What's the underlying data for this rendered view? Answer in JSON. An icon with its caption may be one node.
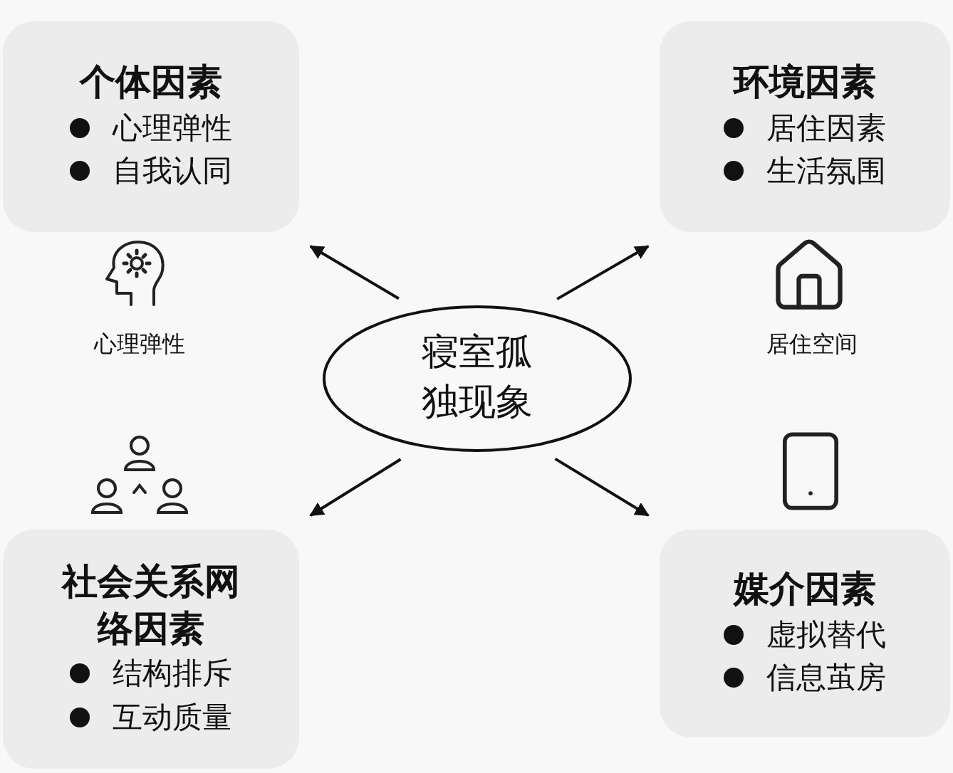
{
  "diagram": {
    "nodes": [
      {
        "text": [
          "个体因素",
          "心理弹性",
          "自我认同"
        ]
      },
      {
        "text": [
          "环境因素",
          "居住因素",
          "生活氛围"
        ]
      },
      {
        "text": [
          "寝室孤独现象"
        ]
      },
      {
        "text": [
          "社会关系网络因素",
          "结构排斥",
          "互动质量"
        ]
      },
      {
        "text": [
          "媒介因素",
          "虚拟替代",
          "信息茧房"
        ]
      }
    ],
    "edges": [
      {
        "from": 2,
        "to": 0,
        "arrow": "to"
      },
      {
        "from": 2,
        "to": 1,
        "arrow": "to"
      },
      {
        "from": 2,
        "to": 3,
        "arrow": "to"
      },
      {
        "from": 2,
        "to": 4,
        "arrow": "to"
      }
    ],
    "labels": [
      "心理弹性",
      "居住空间"
    ]
  }
}
